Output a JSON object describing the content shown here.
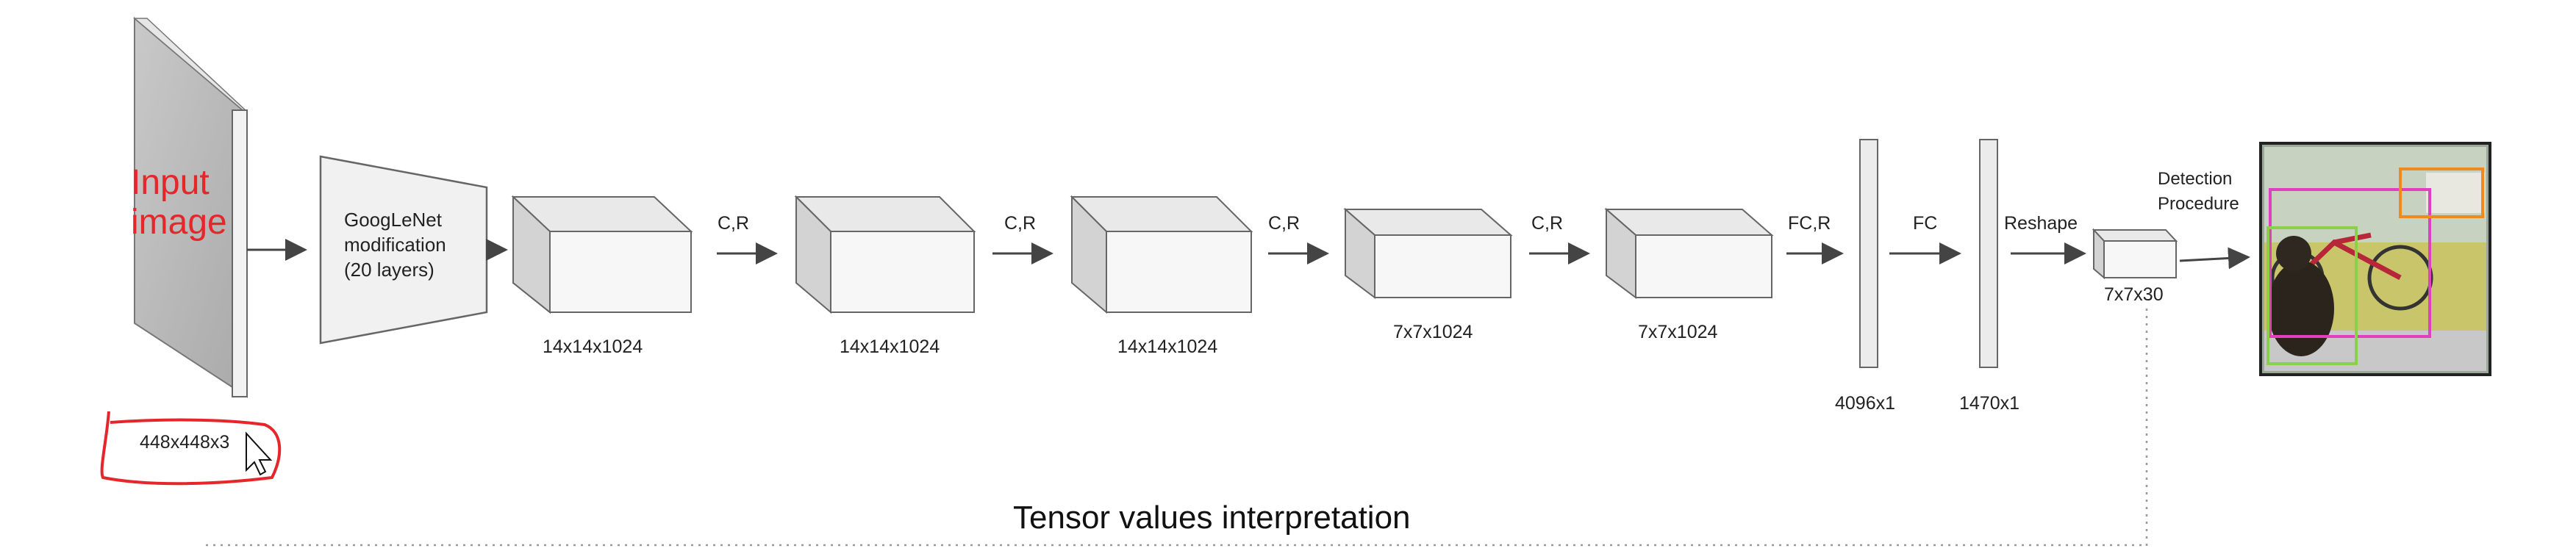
{
  "input": {
    "label": "Input image",
    "dims": "448x448x3"
  },
  "googlenet": {
    "line1": "GoogLeNet",
    "line2": "modification",
    "line3": "(20 layers)"
  },
  "tensors": [
    {
      "dims": "14x14x1024"
    },
    {
      "dims": "14x14x1024"
    },
    {
      "dims": "14x14x1024"
    },
    {
      "dims": "7x7x1024"
    },
    {
      "dims": "7x7x1024"
    },
    {
      "dims": "4096x1"
    },
    {
      "dims": "1470x1"
    },
    {
      "dims": "7x7x30"
    }
  ],
  "ops": [
    "C,R",
    "C,R",
    "C,R",
    "C,R",
    "FC,R",
    "FC",
    "Reshape"
  ],
  "detection": {
    "line1": "Detection",
    "line2": "Procedure"
  },
  "bottom_title": "Tensor values interpretation",
  "colors": {
    "annotation_red": "#e5262b",
    "box_magenta": "#e040c0",
    "box_orange": "#f08a1c",
    "box_green": "#8ccf4a"
  }
}
